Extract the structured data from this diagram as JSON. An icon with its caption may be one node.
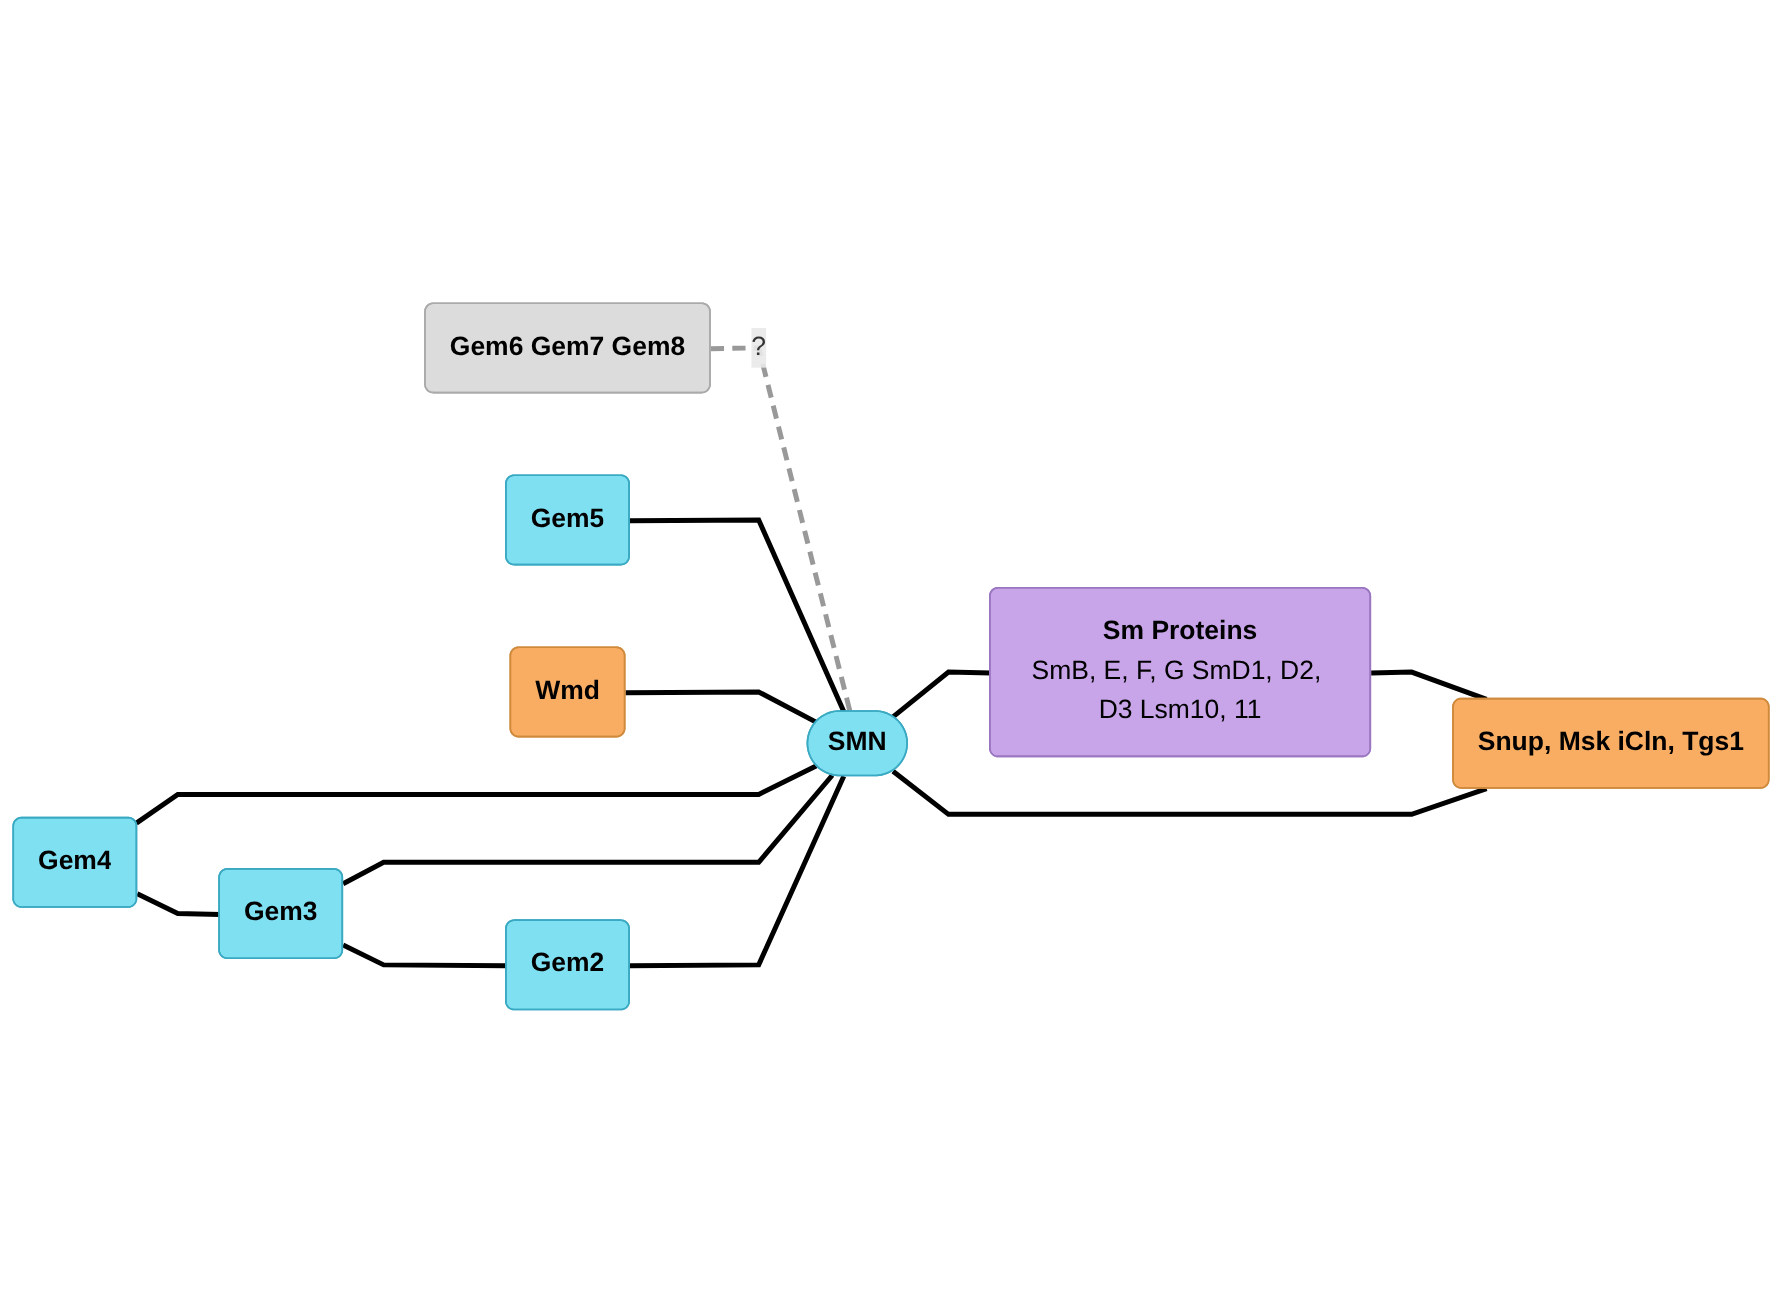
{
  "diagram": {
    "nodes": [
      {
        "text": [
          "Gem6 Gem7 Gem8"
        ]
      },
      {
        "text": [
          "Gem5"
        ]
      },
      {
        "text": [
          "Wmd"
        ]
      },
      {
        "text": [
          "Gem4"
        ]
      },
      {
        "text": [
          "SMN"
        ]
      },
      {
        "text": [
          "Sm Proteins",
          "SmB, E, F, G SmD1, D2, D3 Lsm10, 11"
        ]
      },
      {
        "text": [
          "Gem3"
        ]
      },
      {
        "text": [
          "Gem2"
        ]
      },
      {
        "text": [
          "Snup, Msk iCln, Tgs1"
        ]
      }
    ],
    "edges": [
      {
        "from": 0,
        "to": 4,
        "arrow": "none",
        "label": "?",
        "style": "dashed",
        "color": "#999999"
      },
      {
        "from": 1,
        "to": 4,
        "arrow": "none"
      },
      {
        "from": 2,
        "to": 4,
        "arrow": "none"
      },
      {
        "from": 3,
        "to": 4,
        "arrow": "none"
      },
      {
        "from": 4,
        "to": 5,
        "arrow": "none"
      },
      {
        "from": 6,
        "to": 4,
        "arrow": "none"
      },
      {
        "from": 7,
        "to": 4,
        "arrow": "none"
      },
      {
        "from": 8,
        "to": 4,
        "arrow": "none"
      },
      {
        "from": 3,
        "to": 6,
        "arrow": "none"
      },
      {
        "from": 6,
        "to": 7,
        "arrow": "none"
      },
      {
        "from": 5,
        "to": 8,
        "arrow": "none"
      }
    ]
  }
}
